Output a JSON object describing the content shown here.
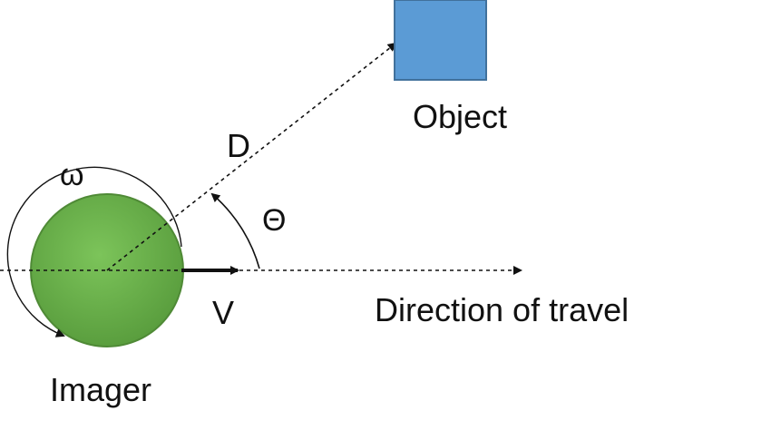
{
  "labels": {
    "object": "Object",
    "imager": "Imager",
    "direction": "Direction of travel",
    "velocity": "V",
    "distance": "D",
    "angle": "Θ",
    "angular_rate": "ω"
  },
  "colors": {
    "imager_fill": "#6ab04c",
    "imager_stroke": "#4f8a36",
    "object_fill": "#5b9bd5",
    "object_stroke": "#41719c",
    "line": "#111111"
  }
}
